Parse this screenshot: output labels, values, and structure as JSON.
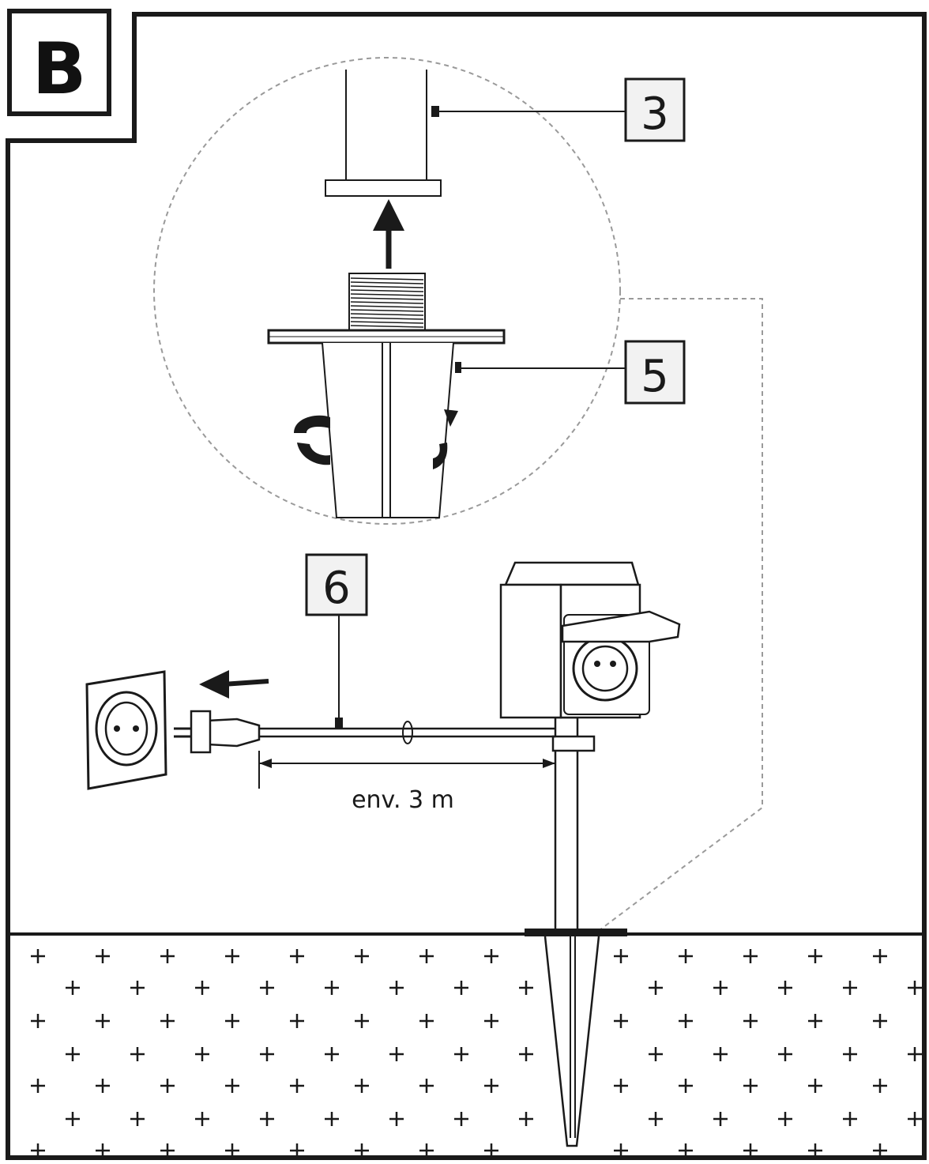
{
  "panel": {
    "letter": "B"
  },
  "callouts": [
    {
      "number": "3",
      "part": "lamp-post"
    },
    {
      "number": "5",
      "part": "ground-spike-top"
    },
    {
      "number": "6",
      "part": "power-cable"
    }
  ],
  "dimension": {
    "text": "env. 3 m"
  },
  "colors": {
    "line": "#1a1a1a",
    "dashed": "#9a9a9a",
    "label_bg": "#f2f2f2",
    "background": "#ffffff"
  },
  "icons": [
    "up-arrow-icon",
    "left-arrow-icon",
    "rotation-arrow-icon",
    "soil-cross-icon"
  ]
}
